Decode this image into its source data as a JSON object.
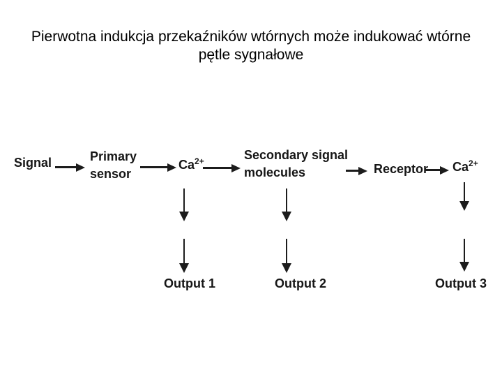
{
  "slide": {
    "title_lines": [
      "Pierwotna indukcja przekaźników wtórnych może indukować wtórne",
      "pętle sygnałowe"
    ]
  },
  "diagram": {
    "type": "flow",
    "nodes": {
      "signal": "Signal",
      "primary_sensor": {
        "line1": "Primary",
        "line2": "sensor"
      },
      "calcium_1": {
        "base": "Ca",
        "sup": "2+"
      },
      "secondary_signal": {
        "line1": "Secondary signal",
        "line2": "molecules"
      },
      "receptor": "Receptor",
      "calcium_2": {
        "base": "Ca",
        "sup": "2+"
      }
    },
    "chain_order": [
      "Signal",
      "Primary sensor",
      "Ca2+",
      "Secondary signal molecules",
      "Receptor",
      "Ca2+"
    ],
    "outputs": [
      "Output 1",
      "Output 2",
      "Output 3"
    ],
    "branches": [
      {
        "from": "Ca2+ (first)",
        "to": "Output 1"
      },
      {
        "from": "Secondary signal molecules",
        "to": "Output 2"
      },
      {
        "from": "Ca2+ (second)",
        "to": "Output 3"
      }
    ],
    "colors": {
      "ink": "#161616",
      "background": "#ffffff"
    }
  }
}
